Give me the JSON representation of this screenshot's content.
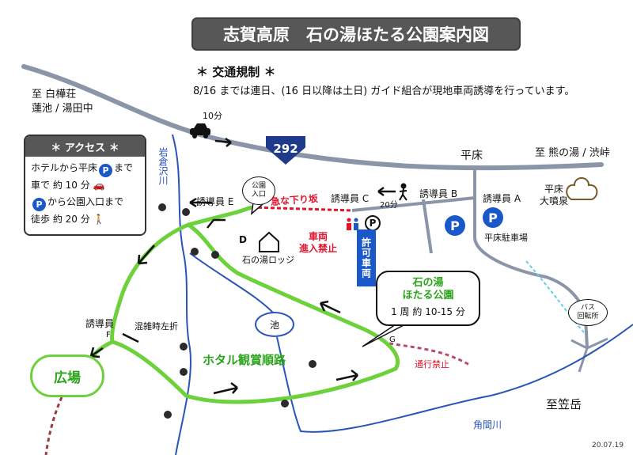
{
  "title": "志賀高原　石の湯ほたる公園案内図",
  "traffic": {
    "heading": "＊ 交通規制 ＊",
    "text": "8/16 までは連日、(16 日以降は土日) ガイド組合が現地車両誘導を行っています。"
  },
  "access": {
    "heading": "＊ アクセス ＊",
    "line1a": "ホテルから平床",
    "line1b": "まで",
    "line2": "車で 約 10 分",
    "line3": "から公園入口まで",
    "line4": "徒歩 約 20 分"
  },
  "parking_symbol": "P",
  "route_number": "292",
  "places": {
    "to_shirakaba": "至 白樺荘",
    "hasuike": "蓮池 / 湯田中",
    "drive_time": "10分",
    "hirado": "平床",
    "to_kumanoyu": "至 熊の湯 / 渋峠",
    "hirado_geyser": "平床\n大噴泉",
    "hirado_parking": "平床駐車場",
    "guide_a": "誘導員 A",
    "guide_b": "誘導員 B",
    "guide_c": "誘導員 C",
    "guide_e": "誘導員 E",
    "guide_f": "誘導員",
    "walk_time": "20分",
    "steep_slope": "急な下り坂",
    "park_entrance": "公園\n入口",
    "no_vehicles": "車両\n進入禁止",
    "permit_vehicles": "許可車両",
    "lodge_letter": "D",
    "lodge": "石の湯ロッジ",
    "iwakura_river": "岩倉沢川",
    "pond": "池",
    "firefly_route": "ホタル観賞順路",
    "crowd_left": "混雑時左折",
    "letter_f": "F",
    "letter_g": "G",
    "plaza": "広場",
    "no_passage": "通行禁止",
    "bus_turnaround": "バス\n回転所",
    "to_kasagatake": "至笠岳",
    "kakuma_river": "角間川",
    "date": "20.07.19"
  },
  "park_callout": {
    "name1": "石の湯",
    "name2": "ほたる公園",
    "loop": "1 周 約 10-15 分"
  },
  "colors": {
    "road": "#8a96a8",
    "river": "#2a55b8",
    "trail": "#6cd13a",
    "warning": "#e0142c",
    "parking": "#1a57c9",
    "banner": "#575757"
  }
}
